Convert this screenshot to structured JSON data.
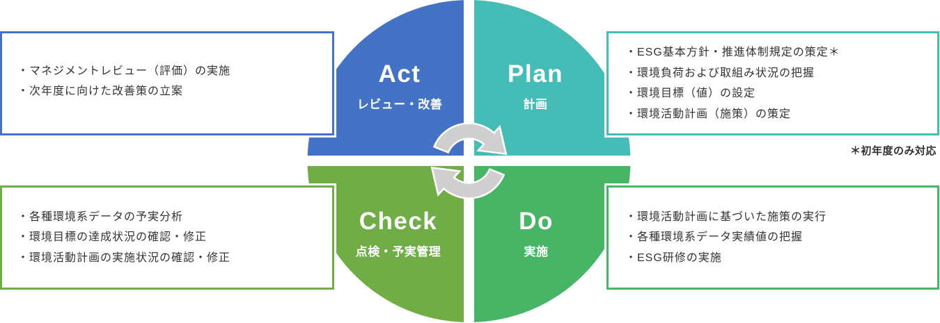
{
  "diagram": {
    "phases": {
      "act": {
        "title": "Act",
        "subtitle": "レビュー・改善",
        "color": "#4472C4",
        "items": [
          "・マネジメントレビュー（評価）の実施",
          "・次年度に向けた改善策の立案"
        ]
      },
      "plan": {
        "title": "Plan",
        "subtitle": "計画",
        "color": "#45BDB6",
        "items": [
          "・ESG基本方針・推進体制規定の策定＊",
          "・環境負荷および取組み状況の把握",
          "・環境目標（値）の設定",
          "・環境活動計画（施策）の策定"
        ]
      },
      "check": {
        "title": "Check",
        "subtitle": "点検・予実管理",
        "color": "#70AD47",
        "items": [
          "・各種環境系データの予実分析",
          "・環境目標の達成状況の確認・修正",
          "・環境活動計画の実施状況の確認・修正"
        ]
      },
      "do": {
        "title": "Do",
        "subtitle": "実施",
        "color": "#47B565",
        "items": [
          "・環境活動計画に基づいた施策の実行",
          "・各種環境系データ実績値の把握",
          "・ESG研修の実施"
        ]
      }
    },
    "cycle_icon": {
      "name": "circular-arrows-icon",
      "color": "#CFCFCF"
    },
    "footnote": "＊初年度のみ対応"
  }
}
